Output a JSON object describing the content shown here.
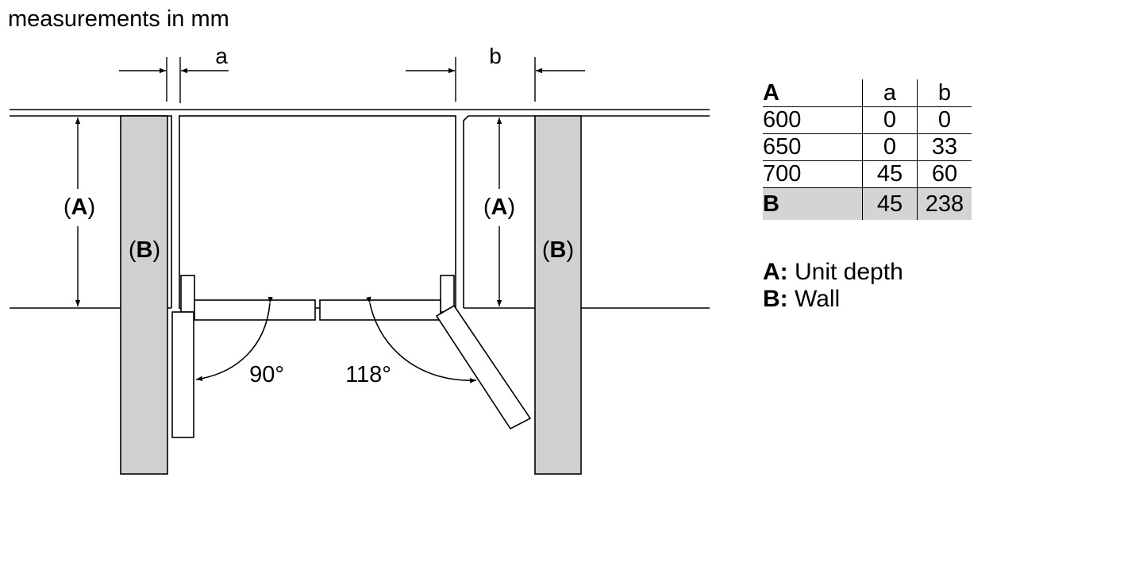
{
  "title": "measurements in mm",
  "diagram": {
    "label_a": "a",
    "label_b": "b",
    "depth_label": "A",
    "wall_label": "B",
    "angle_left": "90°",
    "angle_right": "118°"
  },
  "table": {
    "headers": [
      "A",
      "a",
      "b"
    ],
    "rows": [
      [
        "600",
        "0",
        "0"
      ],
      [
        "650",
        "0",
        "33"
      ],
      [
        "700",
        "45",
        "60"
      ],
      [
        "B",
        "45",
        "238"
      ]
    ]
  },
  "legend": [
    {
      "key": "A:",
      "text": " Unit depth"
    },
    {
      "key": "B:",
      "text": " Wall"
    }
  ],
  "colors": {
    "wall_fill": "#d0d0d0",
    "highlight_row": "#d4d4d4",
    "line": "#000000"
  }
}
